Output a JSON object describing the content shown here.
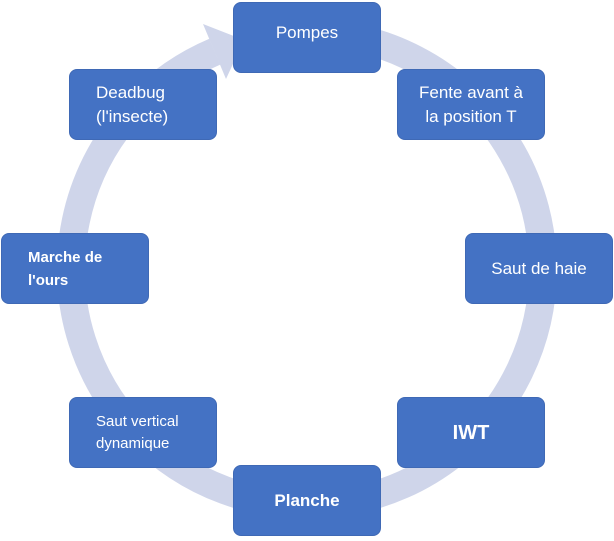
{
  "diagram": {
    "type": "cycle",
    "colors": {
      "box": "#4472c4",
      "ring": "#cfd5ea",
      "text": "#ffffff"
    },
    "steps": [
      {
        "label": "Pompes"
      },
      {
        "label": "Fente avant à\nla position T"
      },
      {
        "label": "Saut de haie"
      },
      {
        "label": "IWT"
      },
      {
        "label": "Planche"
      },
      {
        "label": "Saut vertical\ndynamique"
      },
      {
        "label": "Marche de\nl'ours"
      },
      {
        "label": "Deadbug\n(l'insecte)"
      }
    ]
  }
}
